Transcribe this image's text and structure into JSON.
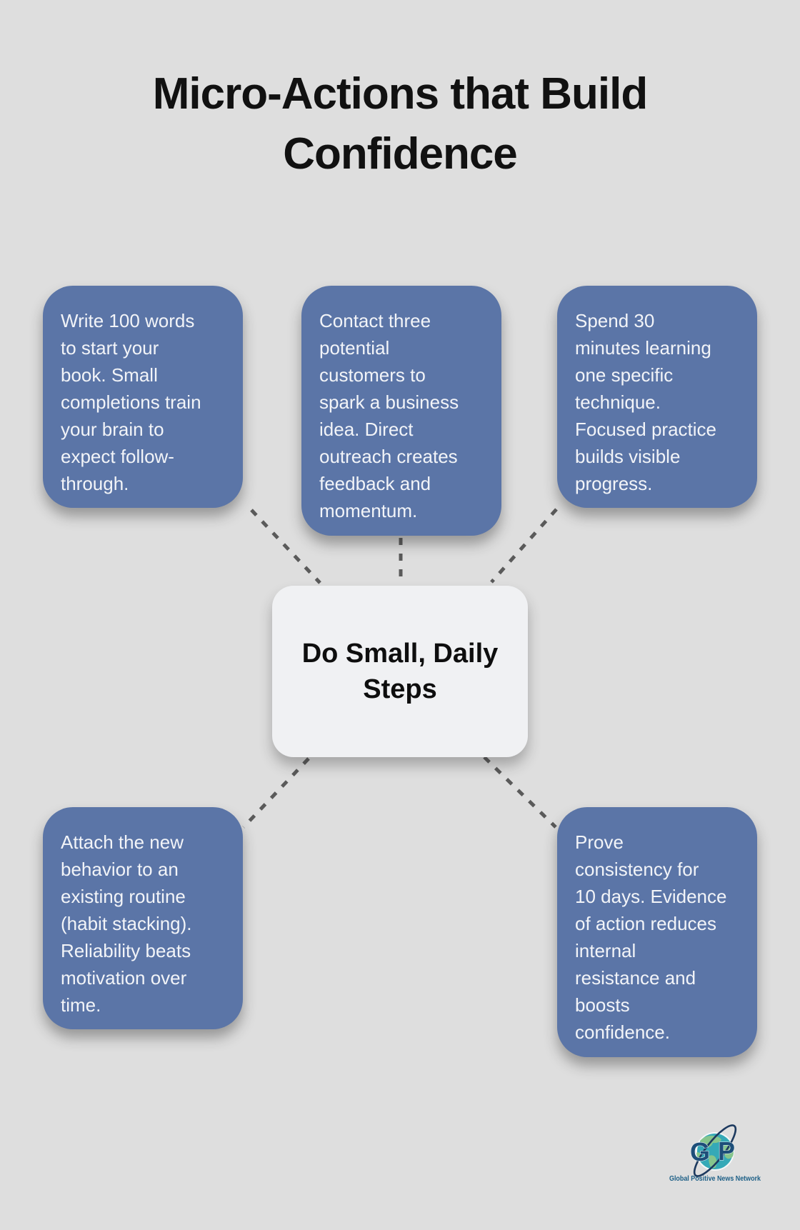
{
  "title": {
    "text": "Micro-Actions that Build\nConfidence"
  },
  "center": {
    "label": "Do Small, Daily\nSteps"
  },
  "nodes": [
    {
      "id": "top-left",
      "text": "Write 100 words\nto start your\nbook. Small\ncompletions train\nyour brain to\nexpect follow-\nthrough."
    },
    {
      "id": "top-middle",
      "text": "Contact three\npotential\ncustomers to\nspark a business\nidea. Direct\noutreach creates\nfeedback and\nmomentum."
    },
    {
      "id": "top-right",
      "text": "Spend 30\nminutes learning\none specific\ntechnique.\nFocused practice\nbuilds visible\nprogress."
    },
    {
      "id": "bottom-left",
      "text": "Attach the new\nbehavior to an\nexisting routine\n(habit stacking).\nReliability beats\nmotivation over\ntime."
    },
    {
      "id": "bottom-right",
      "text": "Prove\nconsistency for\n10 days. Evidence\nof action reduces\ninternal\nresistance and\nboosts\nconfidence."
    }
  ],
  "logo": {
    "letter_g": "G",
    "letter_p": "P",
    "caption": "Global Positive News Network"
  },
  "colors": {
    "background": "#dedede",
    "node_fill": "#5b75a7",
    "node_text": "#f2f4f8",
    "center_fill": "#f0f1f3",
    "center_text": "#0e0e0e",
    "title_text": "#111111",
    "connector": "#5a5a5a",
    "logo_navy": "#1d4e79",
    "logo_teal": "#35a9b7",
    "logo_land": "#86c58c",
    "logo_caption": "#1e6087"
  }
}
